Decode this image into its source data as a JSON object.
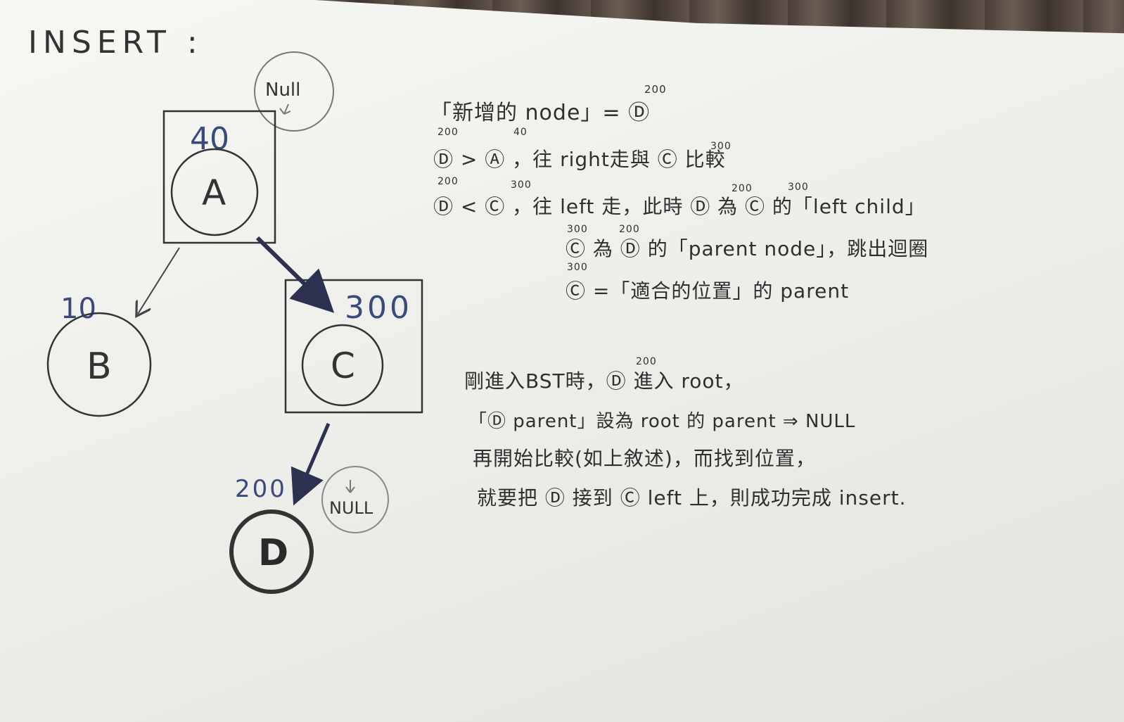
{
  "title": "INSERT :",
  "nodes": {
    "A": {
      "letter": "A",
      "key": "40"
    },
    "B": {
      "letter": "B",
      "key": "10"
    },
    "C": {
      "letter": "C",
      "key": "300"
    },
    "D": {
      "letter": "D",
      "key": "200"
    }
  },
  "null_top": "Null",
  "null_bottom": "NULL",
  "explanation": {
    "line1": "「新增的 node」= Ⓓ",
    "line1_sup": "200",
    "line2": "Ⓓ > Ⓐ ，往 right走與 Ⓒ 比較",
    "line2_sups": [
      "200",
      "40",
      "300"
    ],
    "line3": "Ⓓ < Ⓒ ，往 left 走，此時 Ⓓ 為 Ⓒ 的「left child」",
    "line3_sups": [
      "200",
      "300",
      "200",
      "300"
    ],
    "line4": "Ⓒ 為 Ⓓ 的「parent node」，跳出迴圈",
    "line4_sups": [
      "300",
      "200"
    ],
    "line5": "Ⓒ =「適合的位置」的 parent",
    "line5_sup": "300"
  },
  "summary": {
    "line1": "剛進入BST時，Ⓓ 進入 root，",
    "line1_sup": "200",
    "line2": "「Ⓓ parent」設為 root 的 parent ⇒ NULL",
    "line3": "再開始比較(如上敘述)，而找到位置，",
    "line4": "就要把 Ⓓ 接到 Ⓒ left 上，則成功完成 insert."
  },
  "colors": {
    "ink": "#2f2f2f",
    "blue_ink": "#3b4a7a",
    "arrow": "#2c3150"
  }
}
